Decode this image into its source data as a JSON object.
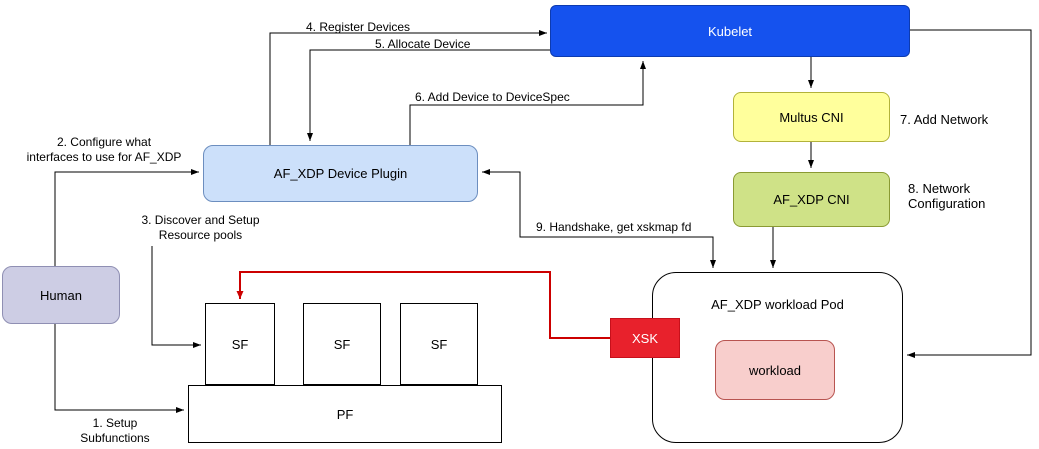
{
  "diagram": {
    "nodes": {
      "kubelet": {
        "label": "Kubelet",
        "fill": "#1552ee",
        "text_color": "#ffffff"
      },
      "multus_cni": {
        "label": "Multus CNI",
        "fill": "#ffff9c"
      },
      "af_xdp_cni": {
        "label": "AF_XDP CNI",
        "fill": "#cfe287"
      },
      "device_plugin": {
        "label": "AF_XDP Device Plugin",
        "fill": "#cce0fa"
      },
      "human": {
        "label": "Human",
        "fill": "#cdcde4"
      },
      "workload_pod": {
        "label": "AF_XDP workload Pod",
        "fill": "#ffffff"
      },
      "workload": {
        "label": "workload",
        "fill": "#f8cecc"
      },
      "xsk": {
        "label": "XSK",
        "fill": "#e8212c",
        "text_color": "#ffffff"
      },
      "sf_1": {
        "label": "SF",
        "fill": "#ffffff"
      },
      "sf_2": {
        "label": "SF",
        "fill": "#ffffff"
      },
      "sf_3": {
        "label": "SF",
        "fill": "#ffffff"
      },
      "pf": {
        "label": "PF",
        "fill": "#ffffff"
      }
    },
    "edge_labels": {
      "register_devices": "4. Register Devices",
      "allocate_device": "5. Allocate Device",
      "add_device_to_devicespec": "6. Add Device to DeviceSpec",
      "configure_interfaces": "2. Configure what\ninterfaces to use for AF_XDP",
      "discover_resource_pools": "3. Discover and Setup\nResource pools",
      "handshake_xskmap": "9. Handshake, get xskmap fd",
      "setup_subfunctions": "1. Setup\nSubfunctions",
      "add_network": "7. Add Network",
      "network_configuration": "8. Network\nConfiguration"
    },
    "edge_color": "#000000",
    "highlight_edge_color": "#cc0000"
  }
}
